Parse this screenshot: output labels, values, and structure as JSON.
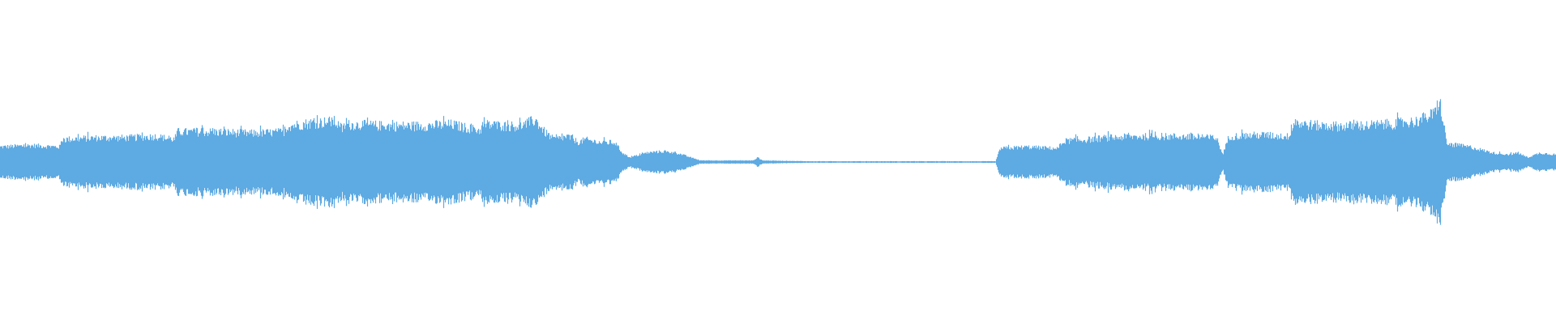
{
  "waveform": {
    "color": "#5eaae2",
    "background": "#ffffff",
    "duration_fraction": 1.0,
    "envelope": [
      [
        0.0,
        0.1
      ],
      [
        0.02,
        0.11
      ],
      [
        0.038,
        0.1
      ],
      [
        0.04,
        0.15
      ],
      [
        0.06,
        0.16
      ],
      [
        0.08,
        0.16
      ],
      [
        0.1,
        0.17
      ],
      [
        0.112,
        0.15
      ],
      [
        0.114,
        0.2
      ],
      [
        0.14,
        0.2
      ],
      [
        0.16,
        0.19
      ],
      [
        0.182,
        0.2
      ],
      [
        0.185,
        0.24
      ],
      [
        0.2,
        0.26
      ],
      [
        0.215,
        0.27
      ],
      [
        0.22,
        0.22
      ],
      [
        0.222,
        0.25
      ],
      [
        0.25,
        0.24
      ],
      [
        0.27,
        0.24
      ],
      [
        0.29,
        0.25
      ],
      [
        0.308,
        0.21
      ],
      [
        0.312,
        0.25
      ],
      [
        0.325,
        0.24
      ],
      [
        0.335,
        0.24
      ],
      [
        0.344,
        0.28
      ],
      [
        0.35,
        0.2
      ],
      [
        0.356,
        0.15
      ],
      [
        0.365,
        0.17
      ],
      [
        0.372,
        0.13
      ],
      [
        0.376,
        0.15
      ],
      [
        0.385,
        0.13
      ],
      [
        0.395,
        0.13
      ],
      [
        0.4,
        0.06
      ],
      [
        0.405,
        0.03
      ],
      [
        0.415,
        0.06
      ],
      [
        0.425,
        0.07
      ],
      [
        0.435,
        0.06
      ],
      [
        0.444,
        0.03
      ],
      [
        0.45,
        0.01
      ],
      [
        0.47,
        0.01
      ],
      [
        0.484,
        0.01
      ],
      [
        0.487,
        0.03
      ],
      [
        0.49,
        0.01
      ],
      [
        0.52,
        0.005
      ],
      [
        0.56,
        0.005
      ],
      [
        0.6,
        0.005
      ],
      [
        0.64,
        0.005
      ],
      [
        0.643,
        0.09
      ],
      [
        0.66,
        0.1
      ],
      [
        0.68,
        0.09
      ],
      [
        0.684,
        0.14
      ],
      [
        0.7,
        0.15
      ],
      [
        0.71,
        0.16
      ],
      [
        0.73,
        0.17
      ],
      [
        0.76,
        0.17
      ],
      [
        0.782,
        0.16
      ],
      [
        0.786,
        0.05
      ],
      [
        0.79,
        0.17
      ],
      [
        0.81,
        0.18
      ],
      [
        0.828,
        0.17
      ],
      [
        0.832,
        0.26
      ],
      [
        0.85,
        0.24
      ],
      [
        0.87,
        0.24
      ],
      [
        0.89,
        0.25
      ],
      [
        0.91,
        0.27
      ],
      [
        0.922,
        0.32
      ],
      [
        0.926,
        0.38
      ],
      [
        0.93,
        0.12
      ],
      [
        0.945,
        0.1
      ],
      [
        0.96,
        0.06
      ],
      [
        0.97,
        0.05
      ],
      [
        0.976,
        0.06
      ],
      [
        0.982,
        0.03
      ],
      [
        0.99,
        0.06
      ],
      [
        1.0,
        0.05
      ]
    ]
  }
}
